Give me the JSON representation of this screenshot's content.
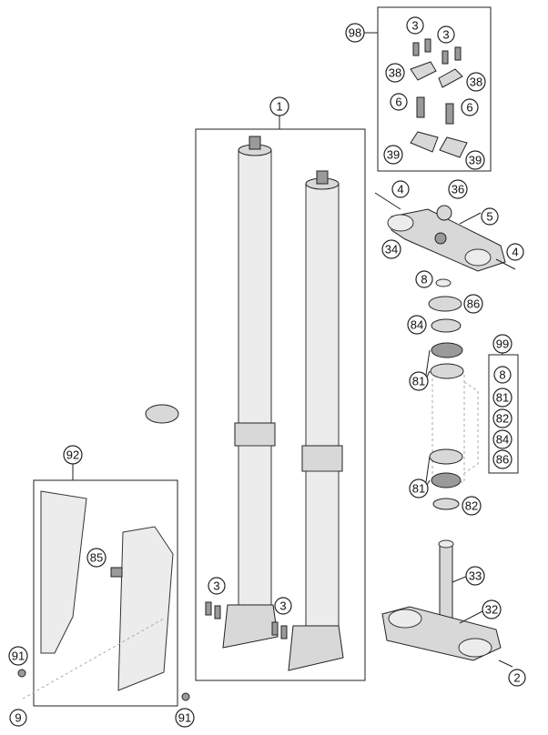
{
  "callouts": {
    "c1": "1",
    "c2": "2",
    "c3a": "3",
    "c3b": "3",
    "c3c": "3",
    "c3d": "3",
    "c4a": "4",
    "c4b": "4",
    "c5": "5",
    "c6a": "6",
    "c6b": "6",
    "c8a": "8",
    "c8b": "8",
    "c9": "9",
    "c32": "32",
    "c33": "33",
    "c34": "34",
    "c36": "36",
    "c38a": "38",
    "c38b": "38",
    "c39a": "39",
    "c39b": "39",
    "c81a": "81",
    "c81b": "81",
    "c81c": "81",
    "c82a": "82",
    "c82b": "82",
    "c84a": "84",
    "c84b": "84",
    "c85": "85",
    "c86a": "86",
    "c86b": "86",
    "c91a": "91",
    "c91b": "91",
    "c92": "92",
    "c98": "98",
    "c99": "99"
  }
}
